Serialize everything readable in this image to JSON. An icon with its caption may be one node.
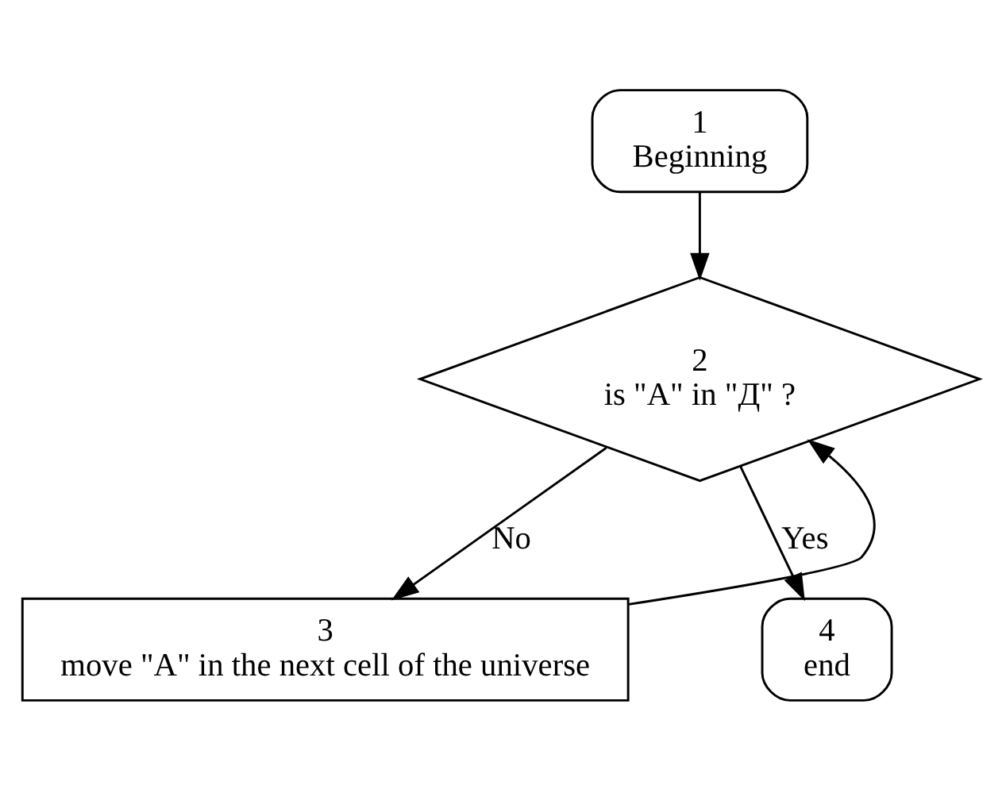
{
  "diagram": {
    "nodes": [
      {
        "text": [
          "1",
          "Beginning"
        ]
      },
      {
        "text": [
          "2",
          "is \"A\" in \"Д\" ?"
        ]
      },
      {
        "text": [
          "3",
          "move \"A\" in the next cell of the universe"
        ]
      },
      {
        "text": [
          "4",
          "end"
        ]
      }
    ],
    "edges": [
      {
        "from": 0,
        "to": 1,
        "arrow": "to"
      },
      {
        "from": 1,
        "to": 3,
        "arrow": "to",
        "label": "Yes"
      },
      {
        "from": 1,
        "to": 2,
        "arrow": "to",
        "label": "No"
      },
      {
        "from": 2,
        "to": 1,
        "arrow": "to"
      }
    ]
  }
}
